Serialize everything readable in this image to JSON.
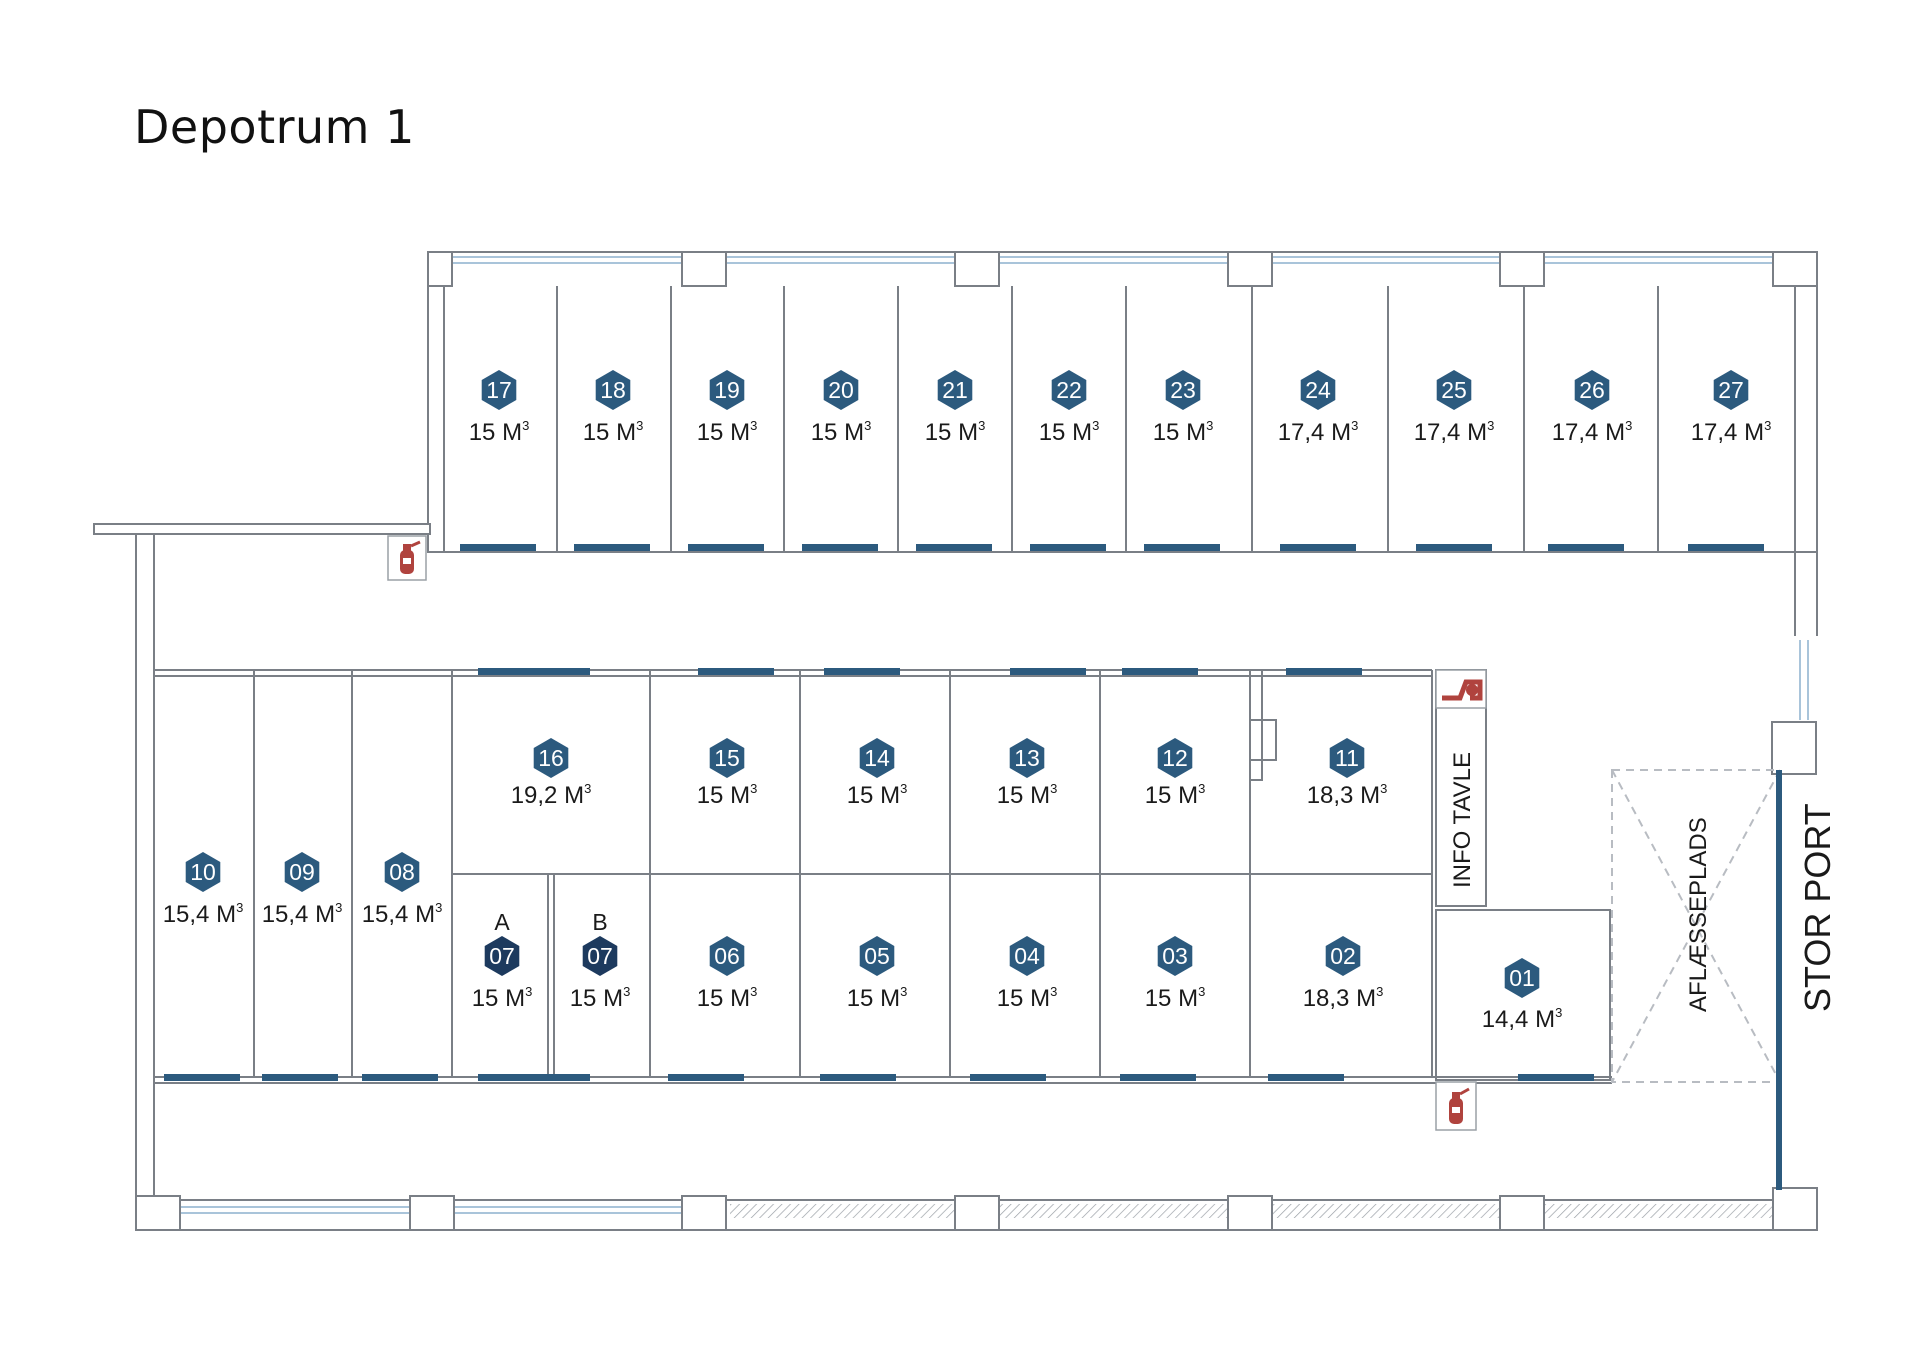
{
  "title": "Depotrum 1",
  "colors": {
    "unit_badge": "#2c5a7e",
    "unit_badge_dark": "#1d3a5e",
    "door_strip": "#2c5a7e",
    "wall": "#7a7f86",
    "fire_icon": "#b0433e"
  },
  "icons": [
    "fire-extinguisher-icon",
    "electrical-panel-icon"
  ],
  "units": [
    {
      "id": "17",
      "size": "15 M",
      "unit": "3"
    },
    {
      "id": "18",
      "size": "15 M",
      "unit": "3"
    },
    {
      "id": "19",
      "size": "15 M",
      "unit": "3"
    },
    {
      "id": "20",
      "size": "15 M",
      "unit": "3"
    },
    {
      "id": "21",
      "size": "15 M",
      "unit": "3"
    },
    {
      "id": "22",
      "size": "15 M",
      "unit": "3"
    },
    {
      "id": "23",
      "size": "15 M",
      "unit": "3"
    },
    {
      "id": "24",
      "size": "17,4 M",
      "unit": "3"
    },
    {
      "id": "25",
      "size": "17,4 M",
      "unit": "3"
    },
    {
      "id": "26",
      "size": "17,4 M",
      "unit": "3"
    },
    {
      "id": "27",
      "size": "17,4 M",
      "unit": "3"
    },
    {
      "id": "16",
      "size": "19,2 M",
      "unit": "3"
    },
    {
      "id": "15",
      "size": "15 M",
      "unit": "3"
    },
    {
      "id": "14",
      "size": "15 M",
      "unit": "3"
    },
    {
      "id": "13",
      "size": "15 M",
      "unit": "3"
    },
    {
      "id": "12",
      "size": "15 M",
      "unit": "3"
    },
    {
      "id": "11",
      "size": "18,3 M",
      "unit": "3"
    },
    {
      "id": "10",
      "size": "15,4 M",
      "unit": "3"
    },
    {
      "id": "09",
      "size": "15,4 M",
      "unit": "3"
    },
    {
      "id": "08",
      "size": "15,4 M",
      "unit": "3"
    },
    {
      "id": "07",
      "letter": "A",
      "size": "15 M",
      "unit": "3"
    },
    {
      "id": "07",
      "letter": "B",
      "size": "15 M",
      "unit": "3"
    },
    {
      "id": "06",
      "size": "15 M",
      "unit": "3"
    },
    {
      "id": "05",
      "size": "15 M",
      "unit": "3"
    },
    {
      "id": "04",
      "size": "15 M",
      "unit": "3"
    },
    {
      "id": "03",
      "size": "15 M",
      "unit": "3"
    },
    {
      "id": "02",
      "size": "18,3 M",
      "unit": "3"
    },
    {
      "id": "01",
      "size": "14,4 M",
      "unit": "3"
    }
  ],
  "labels": {
    "info_board": "INFO TAVLE",
    "unloading_area": "AFLÆSSEPLADS",
    "big_gate": "STOR PORT"
  }
}
